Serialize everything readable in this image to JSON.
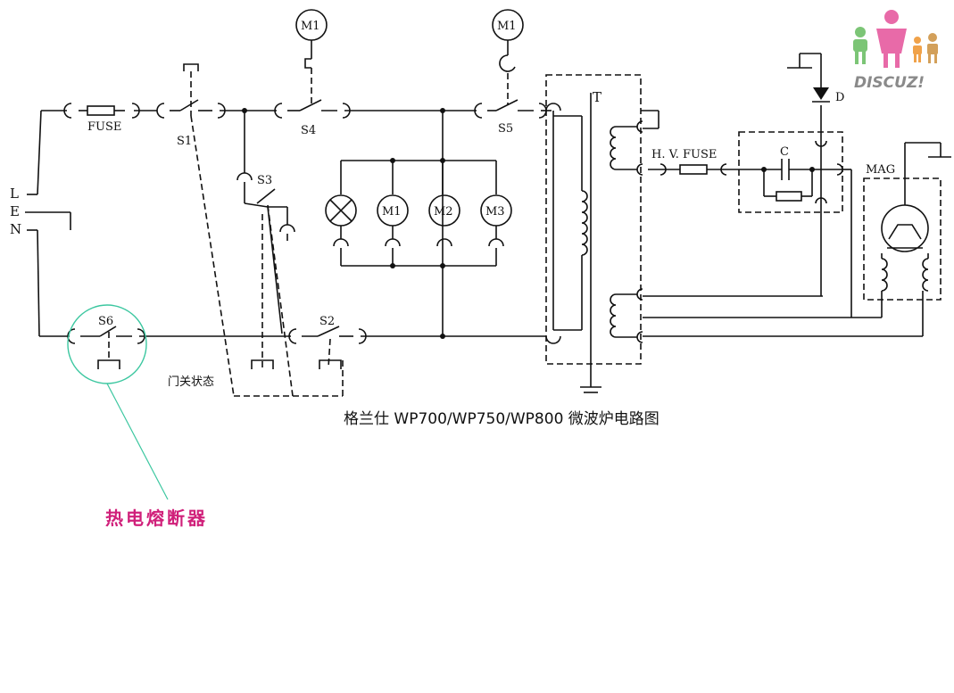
{
  "labels": {
    "line_L": "L",
    "line_E": "E",
    "line_N": "N",
    "fuse": "FUSE",
    "s1": "S1",
    "s2": "S2",
    "s3": "S3",
    "s4": "S4",
    "s5": "S5",
    "s6": "S6",
    "m1": "M1",
    "m2": "M2",
    "m3": "M3",
    "transformer": "T",
    "hv_fuse": "H. V. FUSE",
    "capacitor": "C",
    "diode": "D",
    "magnetron": "MAG",
    "door_state": "门关状态"
  },
  "caption": "格兰仕 WP700/WP750/WP800 微波炉电路图",
  "annotation": "热电熔断器",
  "logo": {
    "text": "DISCUZ!",
    "colors": {
      "green": "#7cc576",
      "pink": "#e86aa8",
      "orange": "#f0a24a",
      "gray": "#8a8a8a"
    }
  },
  "accent": {
    "annotation_circle": "#3cc7a0",
    "annotation_text": "#d0207a"
  }
}
